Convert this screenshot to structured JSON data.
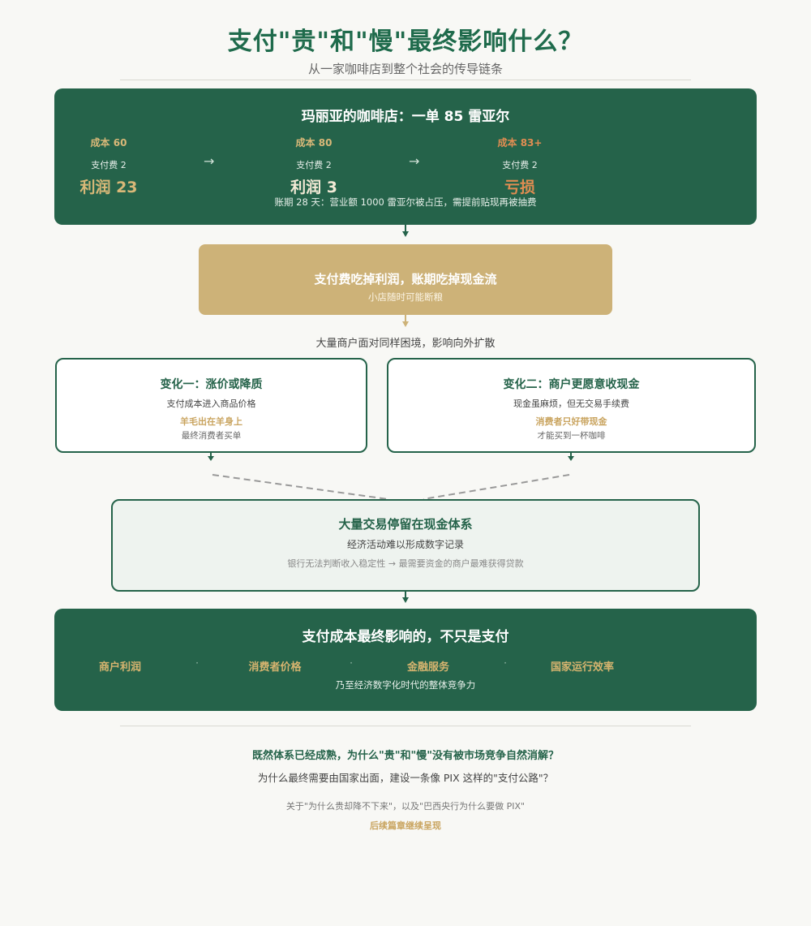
{
  "header": {
    "title": "支付\"贵\"和\"慢\"最终影响什么？",
    "subtitle": "从一家咖啡店到整个社会的传导链条"
  },
  "cafe": {
    "title": "玛丽亚的咖啡店：一单 85 雷亚尔",
    "columns": [
      {
        "cost": "成本 60",
        "fee": "支付费 2",
        "result": "利润 23"
      },
      {
        "cost": "成本 80",
        "fee": "支付费 2",
        "result": "利润 3"
      },
      {
        "cost": "成本 83+",
        "fee": "支付费 2",
        "result": "亏损"
      }
    ],
    "arrow": "→",
    "note": "账期 28 天：营业额 1000 雷亚尔被占压，需提前贴现再被抽费"
  },
  "squeeze": {
    "title": "支付费吃掉利润，账期吃掉现金流",
    "subtitle": "小店随时可能断粮"
  },
  "spread_text": "大量商户面对同样困境，影响向外扩散",
  "changes": [
    {
      "title": "变化一：涨价或降质",
      "desc": "支付成本进入商品价格",
      "highlight": "羊毛出在羊身上",
      "note": "最终消费者买单"
    },
    {
      "title": "变化二：商户更愿意收现金",
      "desc": "现金虽麻烦，但无交易手续费",
      "highlight": "消费者只好带现金",
      "note": "才能买到一杯咖啡"
    }
  ],
  "cash_system": {
    "title": "大量交易停留在现金体系",
    "desc": "经济活动难以形成数字记录",
    "note": "银行无法判断收入稳定性 → 最需要资金的商户最难获得贷款"
  },
  "impact": {
    "title": "支付成本最终影响的，不只是支付",
    "keywords": [
      "商户利润",
      "消费者价格",
      "金融服务",
      "国家运行效率"
    ],
    "separator": "·",
    "note": "乃至经济数字化时代的整体竞争力"
  },
  "footer": {
    "question": "既然体系已经成熟，为什么\"贵\"和\"慢\"没有被市场竞争自然消解？",
    "question2": "为什么最终需要由国家出面，建设一条像 PIX 这样的\"支付公路\"？",
    "teaser": "关于\"为什么贵却降不下来\"，以及\"巴西央行为什么要做 PIX\"",
    "continue": "后续篇章继续呈现"
  },
  "colors": {
    "green": "#25634a",
    "gold": "#d9b878",
    "loss": "#e08d52",
    "tan": "#cdb278",
    "mint": "#eef3ef"
  }
}
